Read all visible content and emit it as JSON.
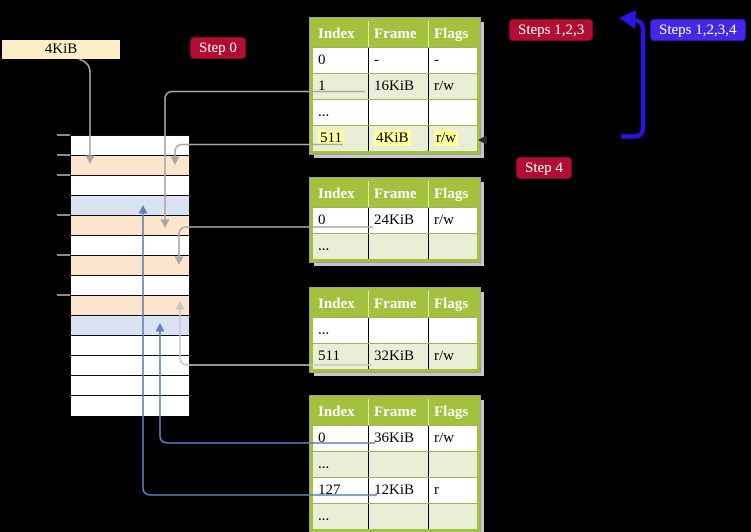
{
  "labels": {
    "frame_size": "4KiB",
    "step0": "Step 0",
    "steps123": "Steps 1,2,3",
    "steps1234": "Steps 1,2,3,4",
    "step4": "Step 4"
  },
  "header": [
    "Index",
    "Frame",
    "Flags"
  ],
  "tables": {
    "t1": {
      "rows": [
        [
          "0",
          "-",
          "-"
        ],
        [
          "1",
          "16KiB",
          "r/w"
        ],
        [
          "...",
          "",
          ""
        ],
        [
          "511",
          "4KiB",
          "r/w"
        ]
      ]
    },
    "t2": {
      "rows": [
        [
          "0",
          "24KiB",
          "r/w"
        ],
        [
          "...",
          "",
          ""
        ]
      ]
    },
    "t3": {
      "rows": [
        [
          "...",
          "",
          ""
        ],
        [
          "511",
          "32KiB",
          "r/w"
        ]
      ]
    },
    "t4": {
      "rows": [
        [
          "0",
          "36KiB",
          "r/w"
        ],
        [
          "...",
          "",
          ""
        ],
        [
          "127",
          "12KiB",
          "r"
        ],
        [
          "...",
          "",
          ""
        ]
      ]
    }
  },
  "memory": {
    "rows": [
      "white",
      "peach",
      "white",
      "blue",
      "peach",
      "white",
      "peach",
      "white",
      "peach",
      "blue",
      "white",
      "white",
      "white",
      "white"
    ]
  },
  "colors": {
    "accent-red": "#b20d33",
    "accent-blue": "#4527e5",
    "arrow-blue": "#2b13e2",
    "connector-gray": "#a8a8a8",
    "connector-light": "#c8c8c8",
    "connector-steel": "#5d80bc",
    "header-green": "#a4c13e",
    "row-green": "#e9efd7",
    "peach": "#fce5cd",
    "light-blue": "#dae3f3",
    "cream": "#fceec5",
    "highlight": "#ffff9e"
  }
}
